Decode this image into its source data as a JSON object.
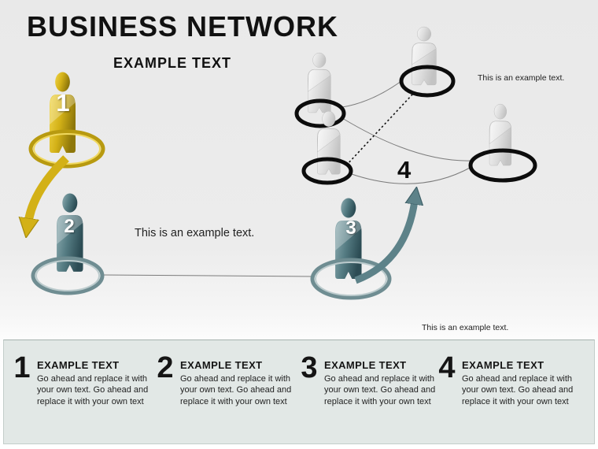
{
  "slide": {
    "title": "BUSINESS NETWORK",
    "subtitle": "EXAMPLE TEXT",
    "colors": {
      "background": "#ececec",
      "gold": "#d3b117",
      "teal": "#557c83",
      "gray_figure": "#d9d9d9",
      "ring_black": "#0c0c0c",
      "panel_bg": "#e2e8e6",
      "text": "#111111"
    }
  },
  "figures": {
    "person1": {
      "number": "1",
      "color_name": "gold"
    },
    "person2": {
      "number": "2",
      "color_name": "teal"
    },
    "person3": {
      "number": "3",
      "color_name": "teal"
    },
    "step4_label": "4"
  },
  "annotations": {
    "network_note": "This is an example text.",
    "mid_note": "This is an example text.",
    "bottom_note": "This is an example text."
  },
  "steps": [
    {
      "number": "1",
      "heading": "EXAMPLE TEXT",
      "body": "Go ahead and replace it with your own text. Go ahead and replace it with your own text"
    },
    {
      "number": "2",
      "heading": "EXAMPLE TEXT",
      "body": "Go ahead and replace it with your own text. Go ahead and replace it with your own text"
    },
    {
      "number": "3",
      "heading": "EXAMPLE TEXT",
      "body": "Go ahead and replace it with your own text. Go ahead and replace it with your own text"
    },
    {
      "number": "4",
      "heading": "EXAMPLE TEXT",
      "body": "Go ahead and replace it with your own text. Go ahead and replace it with your own text"
    }
  ]
}
